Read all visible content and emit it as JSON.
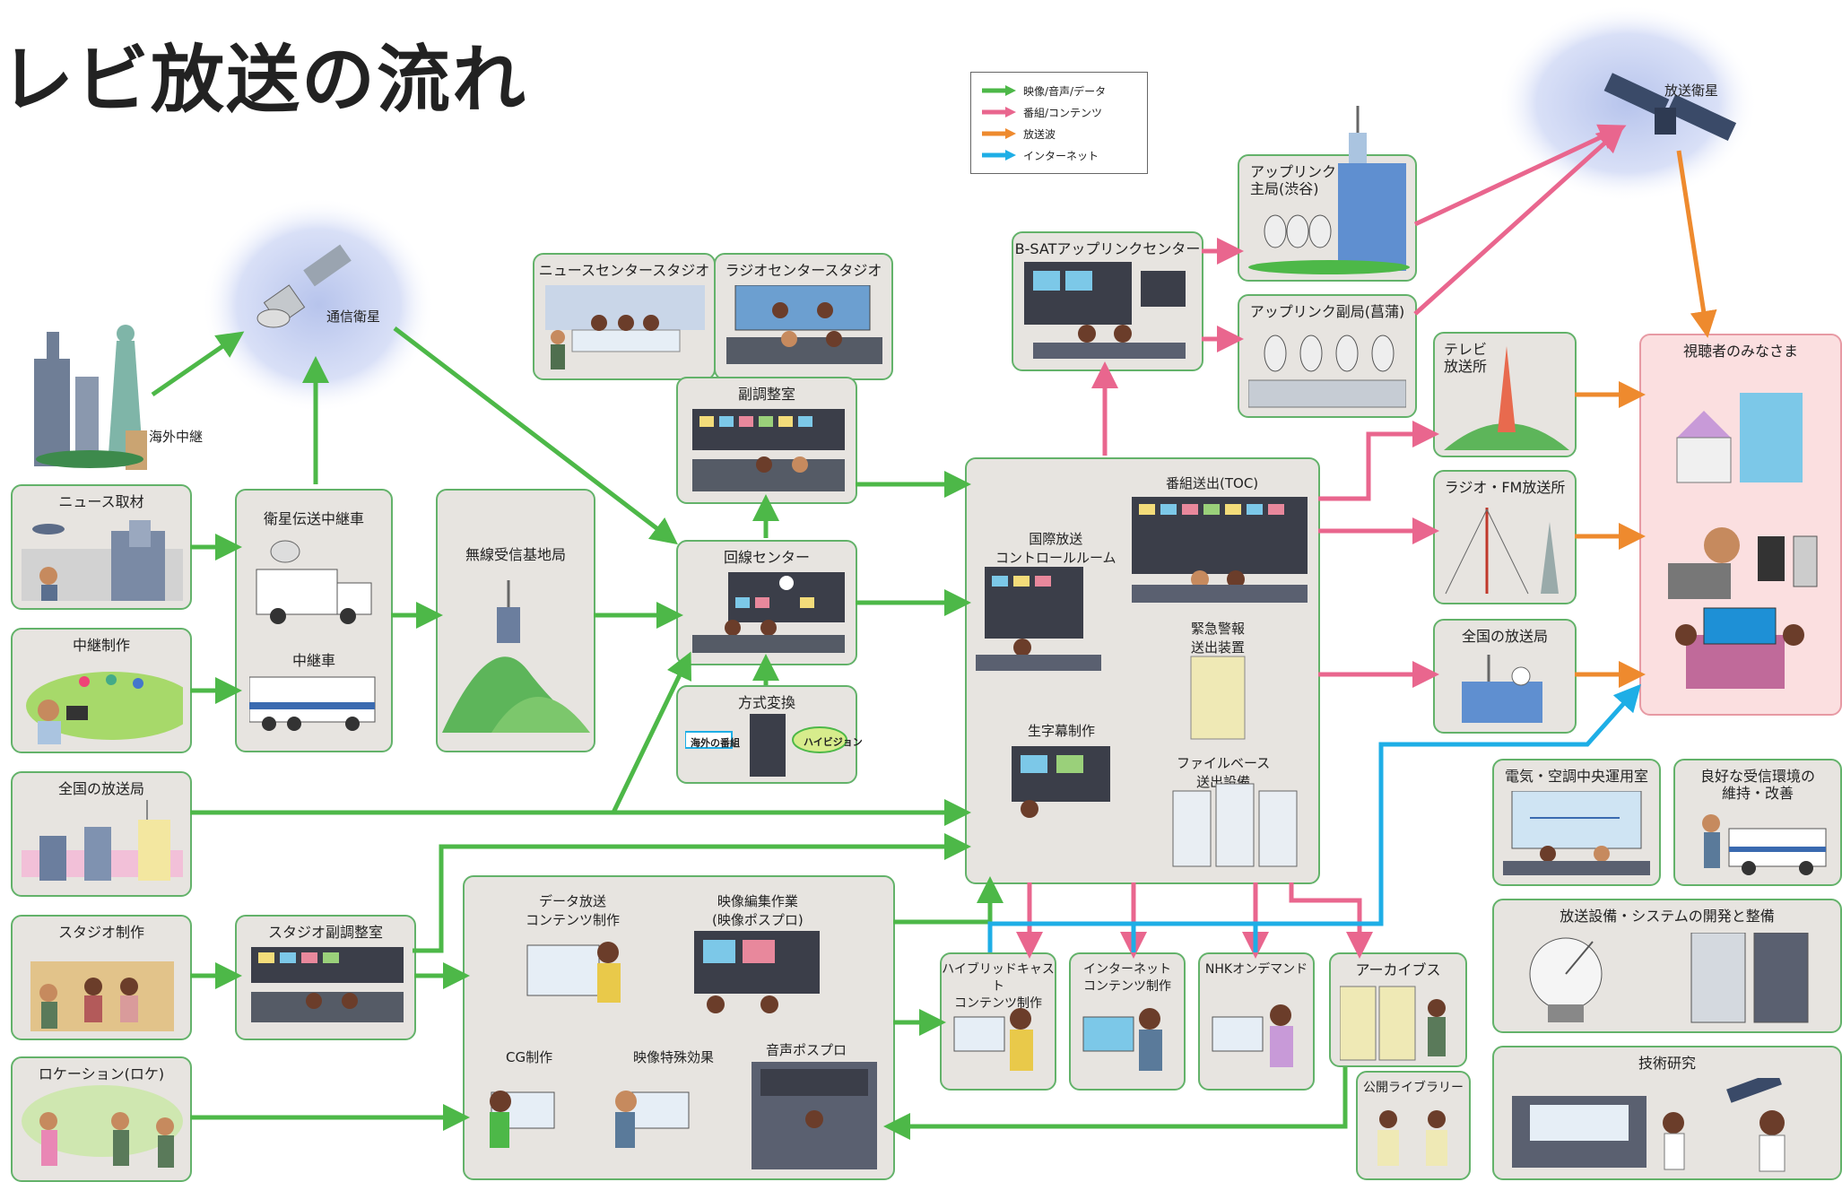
{
  "title": "レビ放送の流れ",
  "legend": [
    {
      "label": "映像/音声/データ",
      "color": "#4db848"
    },
    {
      "label": "番組/コンテンツ",
      "color": "#e9668e"
    },
    {
      "label": "放送波",
      "color": "#ee8a2e"
    },
    {
      "label": "インターネット",
      "color": "#1eaee6"
    }
  ],
  "colors": {
    "green": "#4db848",
    "pink": "#e9668e",
    "orange": "#ee8a2e",
    "blue": "#1eaee6",
    "box_bg": "#e7e4e0",
    "box_border": "#63b26a"
  },
  "labels": {
    "kaigai": "海外中継",
    "tsushin_eisei": "通信衛星",
    "hoso_eisei": "放送衛星",
    "news_shuzai": "ニュース取材",
    "chukei_seisaku": "中継制作",
    "zenkoku_left": "全国の放送局",
    "studio_seisaku": "スタジオ制作",
    "location": "ロケーション(ロケ)",
    "eisei_densou": "衛星伝送中継車",
    "chukeisha": "中継車",
    "musen": "無線受信基地局",
    "studio_fukuchou": "スタジオ副調整室",
    "news_center": "ニュースセンタースタジオ",
    "radio_center": "ラジオセンタースタジオ",
    "fukuchouseishitsu": "副調整室",
    "kaisen": "回線センター",
    "houshiki": "方式変換",
    "houshiki_a": "海外の番組",
    "houshiki_b": "ハイビジョン",
    "toc": "番組送出(TOC)",
    "kokusai": "国際放送\nコントロールルーム",
    "kinkyu": "緊急警報\n送出装置",
    "jimaku": "生字幕制作",
    "filebase": "ファイルベース\n送出設備",
    "bsat": "B-SATアップリンクセンター",
    "uplink_main": "アップリンク\n主局(渋谷)",
    "uplink_sub": "アップリンク副局(菖蒲)",
    "tv_sousho": "テレビ\n放送所",
    "radio_fm": "ラジオ・FM放送所",
    "zenkoku_right": "全国の放送局",
    "viewers": "視聴者のみなさま",
    "data_hoso": "データ放送\nコンテンツ制作",
    "eizou_henshu": "映像編集作業\n(映像ポスプロ)",
    "cg": "CG制作",
    "tokushu": "映像特殊効果",
    "onsei": "音声ポスプロ",
    "hybrid": "ハイブリッドキャスト\nコンテンツ制作",
    "internet": "インターネット\nコンテンツ制作",
    "ondemand": "NHKオンデマンド",
    "archives": "アーカイブス",
    "library": "公開ライブラリー",
    "denki": "電気・空調中央運用室",
    "ryoukou": "良好な受信環境の\n維持・改善",
    "setsubi": "放送設備・システムの開発と整備",
    "gijutsu": "技術研究"
  }
}
